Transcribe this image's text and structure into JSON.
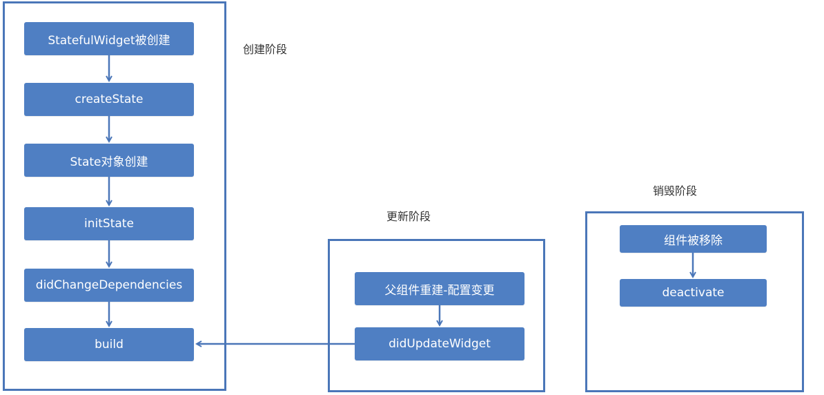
{
  "stages": {
    "create": {
      "label": "创建阶段",
      "steps": [
        "StatefulWidget被创建",
        "createState",
        "State对象创建",
        "initState",
        "didChangeDependencies",
        "build"
      ]
    },
    "update": {
      "label": "更新阶段",
      "steps": [
        "父组件重建-配置变更",
        "didUpdateWidget"
      ]
    },
    "destroy": {
      "label": "销毁阶段",
      "steps": [
        "组件被移除",
        "deactivate"
      ]
    }
  },
  "colors": {
    "frame_border": "#4a76b8",
    "node_fill": "#4f7fc3",
    "node_text": "#ffffff",
    "arrow": "#4a76b8"
  }
}
